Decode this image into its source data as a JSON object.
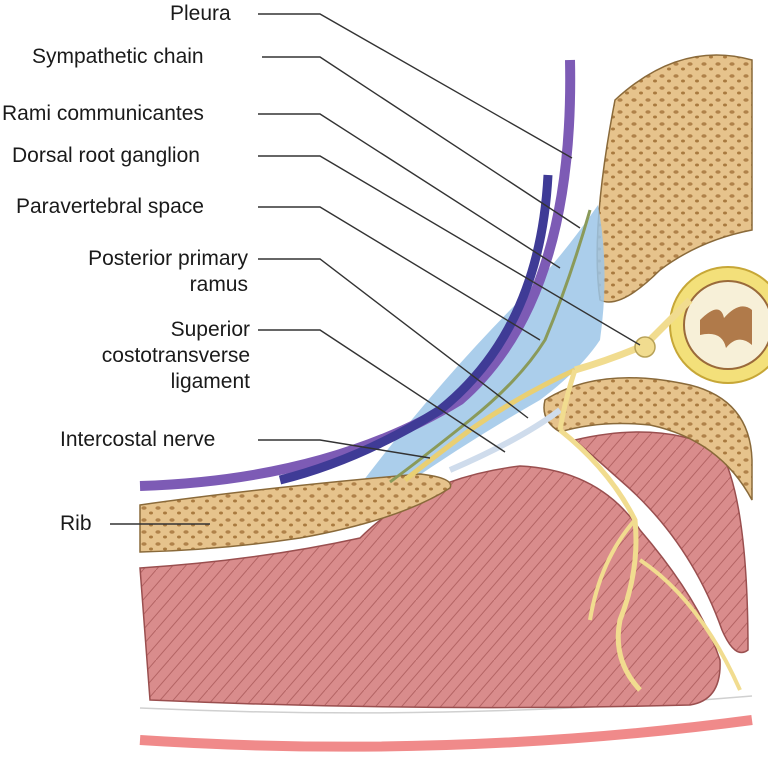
{
  "labels": {
    "pleura": "Pleura",
    "sympathetic_chain": "Sympathetic chain",
    "rami_communicantes": "Rami communicantes",
    "dorsal_root_ganglion": "Dorsal root ganglion",
    "paravertebral_space": "Paravertebral space",
    "posterior_primary_ramus_1": "Posterior primary",
    "posterior_primary_ramus_2": "ramus",
    "superior_ctl_1": "Superior",
    "superior_ctl_2": "costotransverse",
    "superior_ctl_3": "ligament",
    "intercostal_nerve": "Intercostal nerve",
    "rib": "Rib"
  },
  "colors": {
    "bone": "#e8c58f",
    "bone_pore": "#a87b3f",
    "muscle": "#d98c8c",
    "pleura": "#7d5bb5",
    "paravertebral": "#9cc6e8",
    "nerve": "#f1dc8f",
    "ligament_blue": "#3f3b96"
  }
}
